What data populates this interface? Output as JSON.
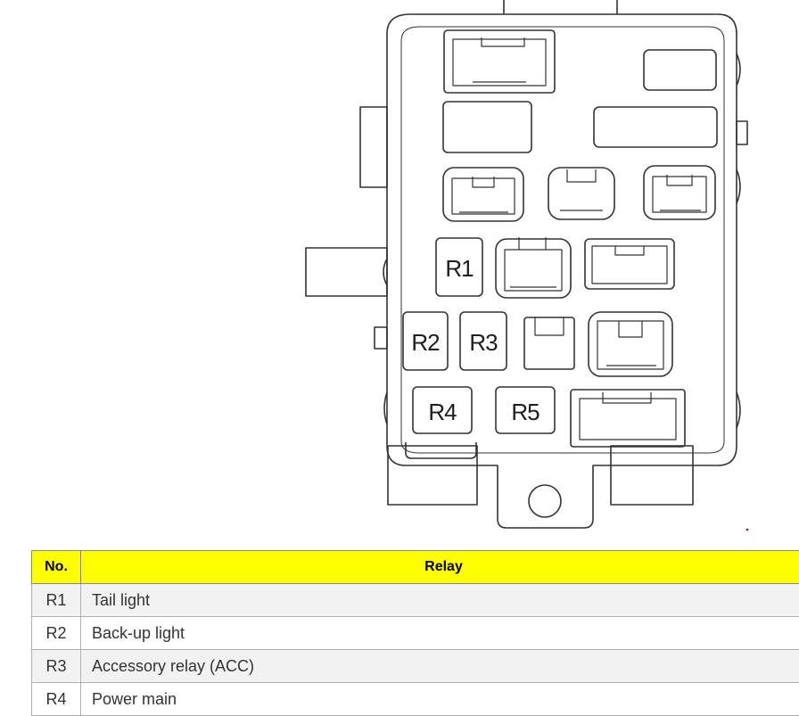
{
  "diagram": {
    "relay_labels": [
      "R1",
      "R2",
      "R3",
      "R4",
      "R5"
    ]
  },
  "table": {
    "header_no": "No.",
    "header_relay": "Relay",
    "rows": [
      {
        "no": "R1",
        "relay": "Tail light"
      },
      {
        "no": "R2",
        "relay": "Back-up light"
      },
      {
        "no": "R3",
        "relay": "Accessory relay (ACC)"
      },
      {
        "no": "R4",
        "relay": "Power main"
      }
    ]
  },
  "colors": {
    "header_bg": "#ffff00",
    "line": "#333333"
  }
}
